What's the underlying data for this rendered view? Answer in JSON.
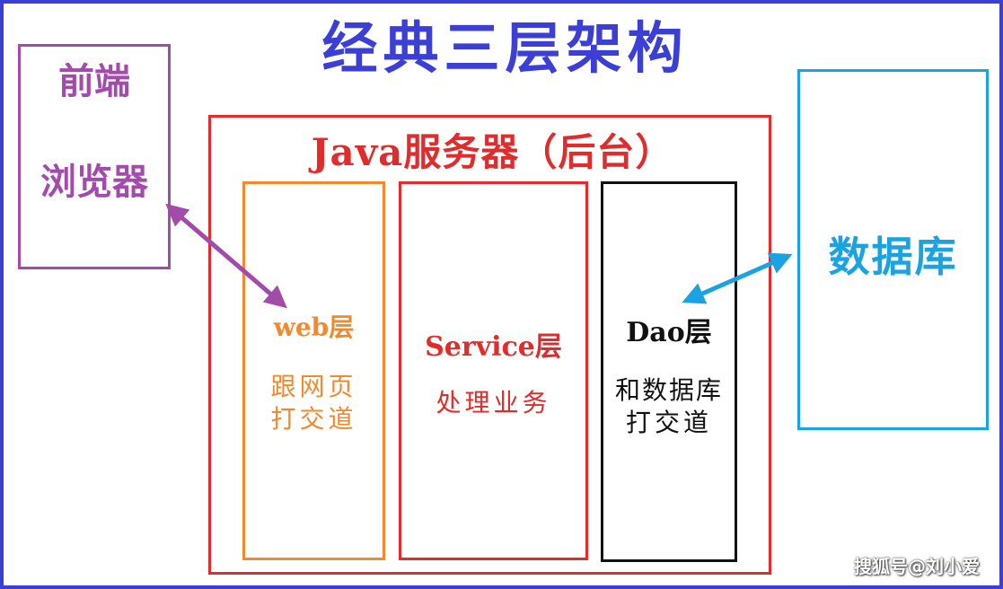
{
  "title": "经典三层架构",
  "browser": {
    "line1": "前端",
    "line2": "浏览器"
  },
  "server": {
    "title": "Java服务器（后台）"
  },
  "web": {
    "label": "web层",
    "desc1": "跟网页",
    "desc2": "打交道"
  },
  "service": {
    "label": "Service层",
    "desc1": "处理业务"
  },
  "dao": {
    "label": "Dao层",
    "desc1": "和数据库",
    "desc2": "打交道"
  },
  "database": {
    "label": "数据库"
  },
  "watermark": "搜狐号@刘小爱",
  "colors": {
    "frame": "#3b3fd6",
    "browser": "#a24bab",
    "server": "#e02c2c",
    "web": "#f08a2c",
    "dao": "#111111",
    "database": "#1aa3e0"
  }
}
